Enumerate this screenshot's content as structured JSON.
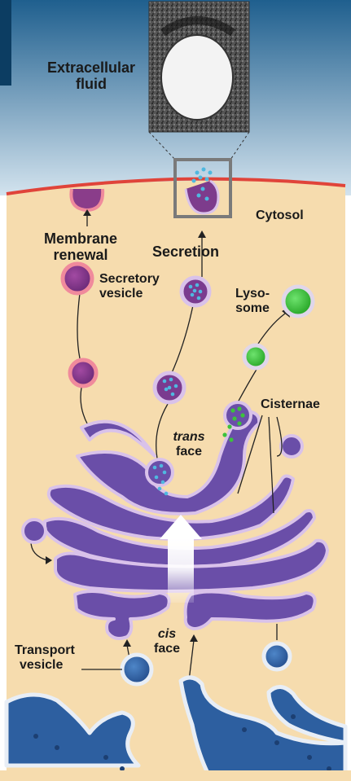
{
  "labels": {
    "extracellular_fluid": [
      "Extracellular",
      "fluid"
    ],
    "cytosol": "Cytosol",
    "membrane_renewal": [
      "Membrane",
      "renewal"
    ],
    "secretion": "Secretion",
    "secretory_vesicle": [
      "Secretory",
      "vesicle"
    ],
    "lysosome": [
      "Lyso-",
      "some"
    ],
    "cisternae": "Cisternae",
    "trans_face": [
      "trans",
      "face"
    ],
    "cis_face": [
      "cis",
      "face"
    ],
    "transport_vesicle": [
      "Transport",
      "vesicle"
    ]
  },
  "colors": {
    "extracellular_top": "#1f5f8e",
    "extracellular_bottom": "#cfe1ee",
    "cytosol": "#f6dcae",
    "membrane": "#e0443a",
    "golgi_fill": "#6a4ea8",
    "golgi_outline": "#d9c2ea",
    "secretory_vesicle": "#8a3d8a",
    "lysosome": "#3cc23c",
    "er_fill": "#2d5fa0",
    "transport_vesicle": "#3a6fb2"
  },
  "icons": [
    "micrograph-inset",
    "up-arrow"
  ]
}
